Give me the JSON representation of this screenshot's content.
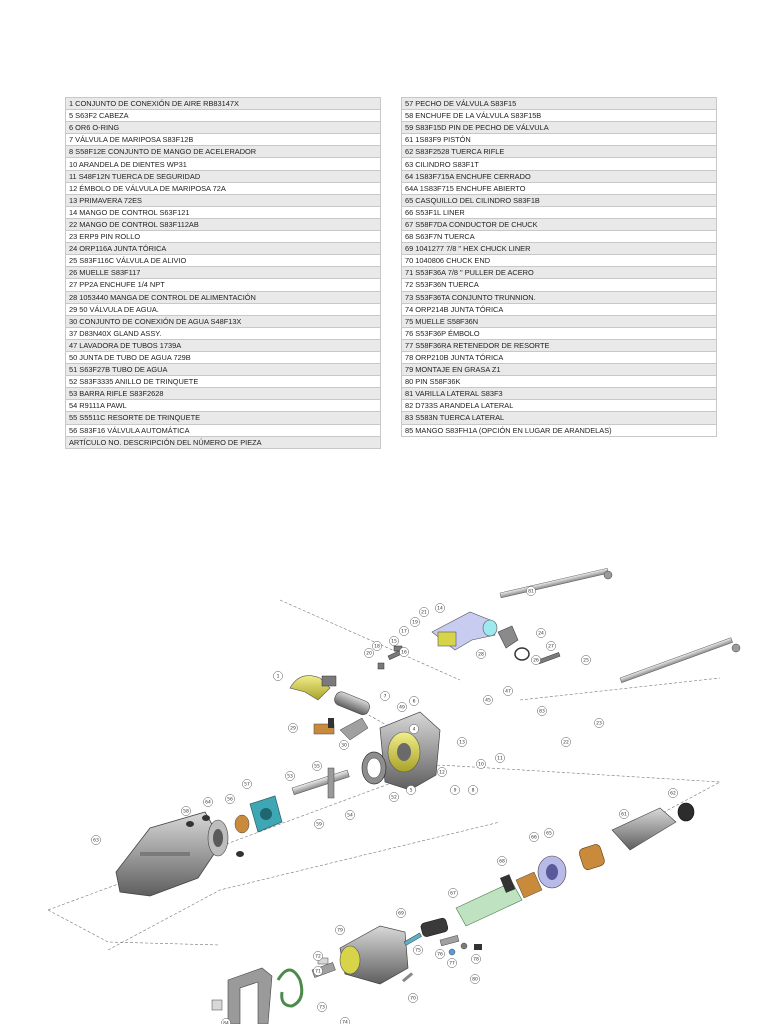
{
  "parts_left": [
    "1 CONJUNTO DE CONEXIÓN DE AIRE RB83147X",
    "5 S63F2 CABEZA",
    "6 OR6 O-RING",
    "7 VÁLVULA DE MARIPOSA S83F12B",
    "8 S58F12E CONJUNTO DE MANGO DE ACELERADOR",
    "10 ARANDELA DE DIENTES WP31",
    "11 S48F12N TUERCA DE SEGURIDAD",
    "12 ÉMBOLO DE VÁLVULA DE MARIPOSA 72A",
    "13 PRIMAVERA 72ES",
    "14 MANGO DE CONTROL S63F121",
    "22 MANGO DE CONTROL S83F112AB",
    "23 ERP9 PIN ROLLO",
    "24 ORP116A JUNTA TÓRICA",
    "25 S83F116C VÁLVULA DE ALIVIO",
    "26 MUELLE S83F117",
    "27 PP2A ENCHUFE 1/4 NPT",
    "28 1053440 MANGA DE CONTROL DE ALIMENTACIÓN",
    "29 50 VÁLVULA DE AGUA.",
    "30 CONJUNTO DE CONEXIÓN DE AGUA S48F13X",
    "37 D83N40X GLAND ASSY.",
    "47 LAVADORA DE TUBOS 1739A",
    "50 JUNTA DE TUBO DE AGUA 729B",
    "51 S63F27B TUBO DE AGUA",
    "52 S83F3335 ANILLO DE TRINQUETE",
    "53 BARRA RIFLE S83F2628",
    "54 R9111A PAWL",
    "55 S5511C RESORTE DE TRINQUETE",
    "56 S83F16 VÁLVULA AUTOMÁTICA",
    "ARTÍCULO NO. DESCRIPCIÓN DEL NÚMERO DE PIEZA"
  ],
  "parts_right": [
    "57 PECHO DE VÁLVULA S83F15",
    "58 ENCHUFE DE LA VÁLVULA S83F15B",
    "59 S83F15D PIN DE PECHO DE VÁLVULA",
    "61 1S83F9 PISTÓN",
    "62 S83F2528 TUERCA RIFLE",
    "63 CILINDRO S83F1T",
    "64 1S83F715A ENCHUFE CERRADO",
    "64A 1S83F715 ENCHUFE ABIERTO",
    "65 CASQUILLO DEL CILINDRO S83F1B",
    "66 S53F1L LINER",
    "67 S58F7DA CONDUCTOR DE CHUCK",
    "68 S63F7N TUERCA",
    "69 1041277 7/8 \" HEX CHUCK LINER",
    "70 1040806 CHUCK END",
    "71 S53F36A 7/8 \" PULLER DE ACERO",
    "72 S53F36N TUERCA",
    "73 S53F36TA CONJUNTO TRUNNION.",
    "74 ORP214B JUNTA TÓRICA",
    "75 MUELLE S58F36N",
    "76 S53F36P ÉMBOLO",
    "77 S58F36RA RETENEDOR DE RESORTE",
    "78 ORP210B JUNTA TÓRICA",
    "79 MONTAJE EN GRASA Z1",
    "80 PIN S58F36K",
    "81 VARILLA LATERAL S83F3",
    "82 D733S ARANDELA LATERAL",
    "83 S583N TUERCA LATERAL",
    "85 MANGO S83FH1A (OPCIÓN EN LUGAR DE ARANDELAS)"
  ],
  "callouts": [
    "81",
    "21",
    "14",
    "19",
    "17",
    "16",
    "18",
    "20",
    "15",
    "28",
    "24",
    "27",
    "26",
    "25",
    "23",
    "1",
    "7",
    "6",
    "4",
    "49",
    "47",
    "45",
    "22",
    "83",
    "29",
    "30",
    "13",
    "10",
    "12",
    "9",
    "8",
    "5",
    "11",
    "53",
    "55",
    "57",
    "52",
    "58",
    "54",
    "56",
    "59",
    "64",
    "63",
    "61",
    "62",
    "65",
    "66",
    "68",
    "67",
    "69",
    "79",
    "72",
    "71",
    "73",
    "74",
    "75",
    "76",
    "77",
    "78",
    "80",
    "70",
    "84"
  ],
  "colors": {
    "gray_metal": "#a9a9a9",
    "dark_metal": "#6f6f6f",
    "yellow_part": "#d8d44a",
    "teal_part": "#3fa7b4",
    "light_green_part": "#bfe3c0",
    "copper_part": "#c98a3c",
    "lavender_part": "#b8bbe8",
    "cyan_ring": "#9ee8f0"
  }
}
